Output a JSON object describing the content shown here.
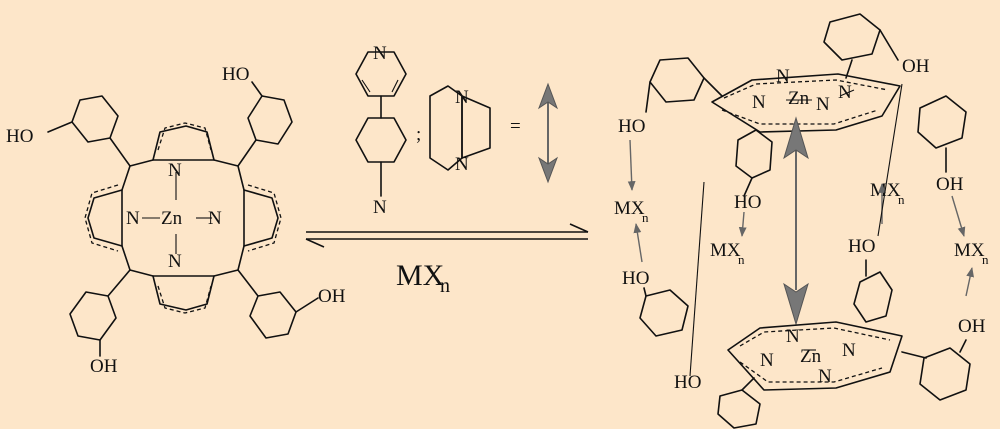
{
  "labels": {
    "ho": "HO",
    "oh": "OH",
    "n": "N",
    "zn": "Zn",
    "semicolon": ";",
    "equals": "=",
    "mx": "MX",
    "n_sub": "n",
    "equilibrium_reagent": "MX",
    "equilibrium_sub": "n"
  },
  "colors": {
    "background": "#fde6c9",
    "bond": "#111111",
    "linker_arrow": "#777777"
  },
  "icons": [
    "double-headed-arrow-icon",
    "equilibrium-arrows-icon"
  ]
}
